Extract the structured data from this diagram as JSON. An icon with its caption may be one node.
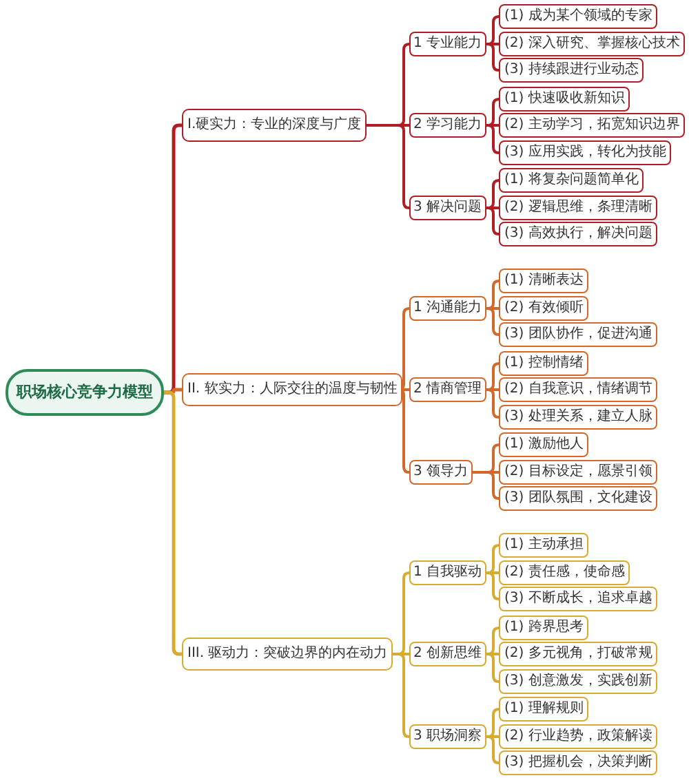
{
  "diagram": {
    "nodes": [
      {
        "text": [
          "职场核心竞争力模型"
        ]
      },
      {
        "text": [
          "I.硬实力：专业的深度与广度"
        ]
      },
      {
        "text": [
          "1 专业能力"
        ]
      },
      {
        "text": [
          "(1) 成为某个领域的专家"
        ]
      },
      {
        "text": [
          "(2) 深入研究、掌握核心技术"
        ]
      },
      {
        "text": [
          "(3) 持续跟进行业动态"
        ]
      },
      {
        "text": [
          "2 学习能力"
        ]
      },
      {
        "text": [
          "(1) 快速吸收新知识"
        ]
      },
      {
        "text": [
          "(2) 主动学习，拓宽知识边界"
        ]
      },
      {
        "text": [
          "(3) 应用实践，转化为技能"
        ]
      },
      {
        "text": [
          "3 解决问题"
        ]
      },
      {
        "text": [
          "(1) 将复杂问题简单化"
        ]
      },
      {
        "text": [
          "(2) 逻辑思维，条理清晰"
        ]
      },
      {
        "text": [
          "(3) 高效执行，解决问题"
        ]
      },
      {
        "text": [
          "II. 软实力：人际交往的温度与韧性"
        ]
      },
      {
        "text": [
          "1 沟通能力"
        ]
      },
      {
        "text": [
          "(1) 清晰表达"
        ]
      },
      {
        "text": [
          "(2) 有效倾听"
        ]
      },
      {
        "text": [
          "(3) 团队协作，促进沟通"
        ]
      },
      {
        "text": [
          "2 情商管理"
        ]
      },
      {
        "text": [
          "(1) 控制情绪"
        ]
      },
      {
        "text": [
          "(2) 自我意识，情绪调节"
        ]
      },
      {
        "text": [
          "(3) 处理关系，建立人脉"
        ]
      },
      {
        "text": [
          "3 领导力"
        ]
      },
      {
        "text": [
          "(1) 激励他人"
        ]
      },
      {
        "text": [
          "(2) 目标设定，愿景引领"
        ]
      },
      {
        "text": [
          "(3) 团队氛围，文化建设"
        ]
      },
      {
        "text": [
          "III. 驱动力：突破边界的内在动力"
        ]
      },
      {
        "text": [
          "1 自我驱动"
        ]
      },
      {
        "text": [
          "(1) 主动承担"
        ]
      },
      {
        "text": [
          "(2) 责任感，使命感"
        ]
      },
      {
        "text": [
          "(3) 不断成长，追求卓越"
        ]
      },
      {
        "text": [
          "2 创新思维"
        ]
      },
      {
        "text": [
          "(1) 跨界思考"
        ]
      },
      {
        "text": [
          "(2) 多元视角，打破常规"
        ]
      },
      {
        "text": [
          "(3) 创意激发，实践创新"
        ]
      },
      {
        "text": [
          "3 职场洞察"
        ]
      },
      {
        "text": [
          "(1) 理解规则"
        ]
      },
      {
        "text": [
          "(2) 行业趋势，政策解读"
        ]
      },
      {
        "text": [
          "(3) 把握机会，决策判断"
        ]
      }
    ],
    "edges": [
      {
        "from": 0,
        "to": 1,
        "arrow": "none",
        "color": "#b01e23"
      },
      {
        "from": 1,
        "to": 2,
        "arrow": "none",
        "color": "#b01e23"
      },
      {
        "from": 2,
        "to": 3,
        "arrow": "none",
        "color": "#b01e23"
      },
      {
        "from": 2,
        "to": 4,
        "arrow": "none",
        "color": "#b01e23"
      },
      {
        "from": 2,
        "to": 5,
        "arrow": "none",
        "color": "#b01e23"
      },
      {
        "from": 1,
        "to": 6,
        "arrow": "none",
        "color": "#b01e23"
      },
      {
        "from": 6,
        "to": 7,
        "arrow": "none",
        "color": "#b01e23"
      },
      {
        "from": 6,
        "to": 8,
        "arrow": "none",
        "color": "#b01e23"
      },
      {
        "from": 6,
        "to": 9,
        "arrow": "none",
        "color": "#b01e23"
      },
      {
        "from": 1,
        "to": 10,
        "arrow": "none",
        "color": "#b01e23"
      },
      {
        "from": 10,
        "to": 11,
        "arrow": "none",
        "color": "#b01e23"
      },
      {
        "from": 10,
        "to": 12,
        "arrow": "none",
        "color": "#b01e23"
      },
      {
        "from": 10,
        "to": 13,
        "arrow": "none",
        "color": "#b01e23"
      },
      {
        "from": 0,
        "to": 14,
        "arrow": "none",
        "color": "#d2692a"
      },
      {
        "from": 14,
        "to": 15,
        "arrow": "none",
        "color": "#d2692a"
      },
      {
        "from": 15,
        "to": 16,
        "arrow": "none",
        "color": "#d2692a"
      },
      {
        "from": 15,
        "to": 17,
        "arrow": "none",
        "color": "#d2692a"
      },
      {
        "from": 15,
        "to": 18,
        "arrow": "none",
        "color": "#d2692a"
      },
      {
        "from": 14,
        "to": 19,
        "arrow": "none",
        "color": "#d2692a"
      },
      {
        "from": 19,
        "to": 20,
        "arrow": "none",
        "color": "#d2692a"
      },
      {
        "from": 19,
        "to": 21,
        "arrow": "none",
        "color": "#d2692a"
      },
      {
        "from": 19,
        "to": 22,
        "arrow": "none",
        "color": "#d2692a"
      },
      {
        "from": 14,
        "to": 23,
        "arrow": "none",
        "color": "#d2692a"
      },
      {
        "from": 23,
        "to": 24,
        "arrow": "none",
        "color": "#d2692a"
      },
      {
        "from": 23,
        "to": 25,
        "arrow": "none",
        "color": "#d2692a"
      },
      {
        "from": 23,
        "to": 26,
        "arrow": "none",
        "color": "#d2692a"
      },
      {
        "from": 0,
        "to": 27,
        "arrow": "none",
        "color": "#d9aa30"
      },
      {
        "from": 27,
        "to": 28,
        "arrow": "none",
        "color": "#d9aa30"
      },
      {
        "from": 28,
        "to": 29,
        "arrow": "none",
        "color": "#d9aa30"
      },
      {
        "from": 28,
        "to": 30,
        "arrow": "none",
        "color": "#d9aa30"
      },
      {
        "from": 28,
        "to": 31,
        "arrow": "none",
        "color": "#d9aa30"
      },
      {
        "from": 27,
        "to": 32,
        "arrow": "none",
        "color": "#d9aa30"
      },
      {
        "from": 32,
        "to": 33,
        "arrow": "none",
        "color": "#d9aa30"
      },
      {
        "from": 32,
        "to": 34,
        "arrow": "none",
        "color": "#d9aa30"
      },
      {
        "from": 32,
        "to": 35,
        "arrow": "none",
        "color": "#d9aa30"
      },
      {
        "from": 27,
        "to": 36,
        "arrow": "none",
        "color": "#d9aa30"
      },
      {
        "from": 36,
        "to": 37,
        "arrow": "none",
        "color": "#d9aa30"
      },
      {
        "from": 36,
        "to": 38,
        "arrow": "none",
        "color": "#d9aa30"
      },
      {
        "from": 36,
        "to": 39,
        "arrow": "none",
        "color": "#d9aa30"
      }
    ]
  }
}
